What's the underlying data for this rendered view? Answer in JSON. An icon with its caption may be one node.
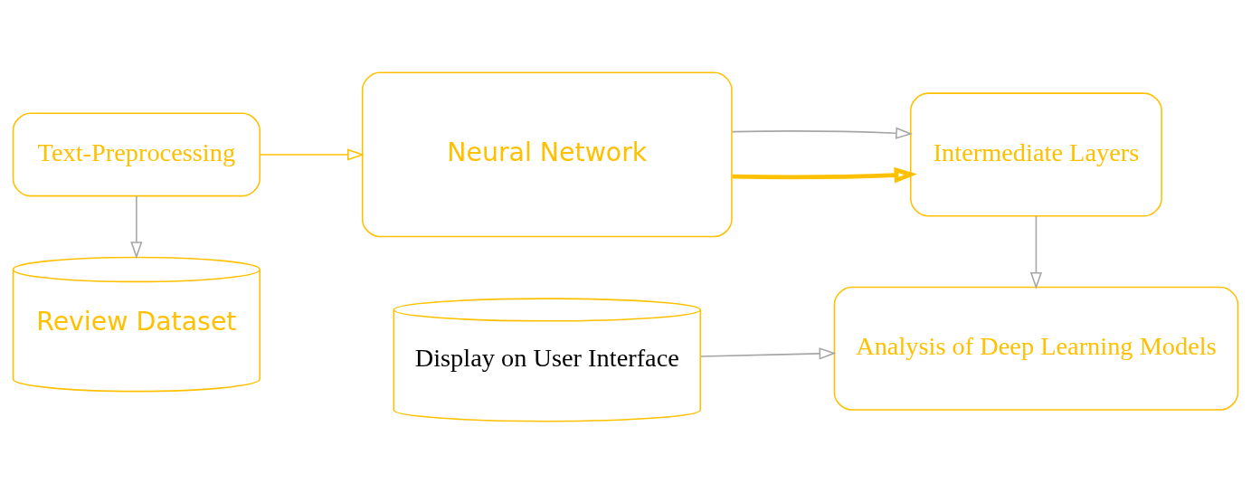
{
  "diagram": {
    "nodes": [
      {
        "text": [
          "Text-Preprocessing"
        ]
      },
      {
        "text": [
          "Review Dataset"
        ]
      },
      {
        "text": [
          "Neural Network"
        ]
      },
      {
        "text": [
          "Intermediate Layers"
        ]
      },
      {
        "text": [
          "Analysis of Deep Learning Models"
        ]
      },
      {
        "text": [
          "Display on User Interface"
        ]
      }
    ],
    "edges": [
      {
        "from": 0,
        "to": 1,
        "arrow": "to"
      },
      {
        "from": 0,
        "to": 2,
        "arrow": "to",
        "color": "#ffc000"
      },
      {
        "from": 2,
        "to": 3,
        "arrow": "to",
        "style": "thick",
        "color": "#ffc000"
      },
      {
        "from": 2,
        "to": 3,
        "arrow": "to"
      },
      {
        "from": 3,
        "to": 4,
        "arrow": "to"
      },
      {
        "from": 5,
        "to": 4,
        "arrow": "to"
      }
    ]
  }
}
